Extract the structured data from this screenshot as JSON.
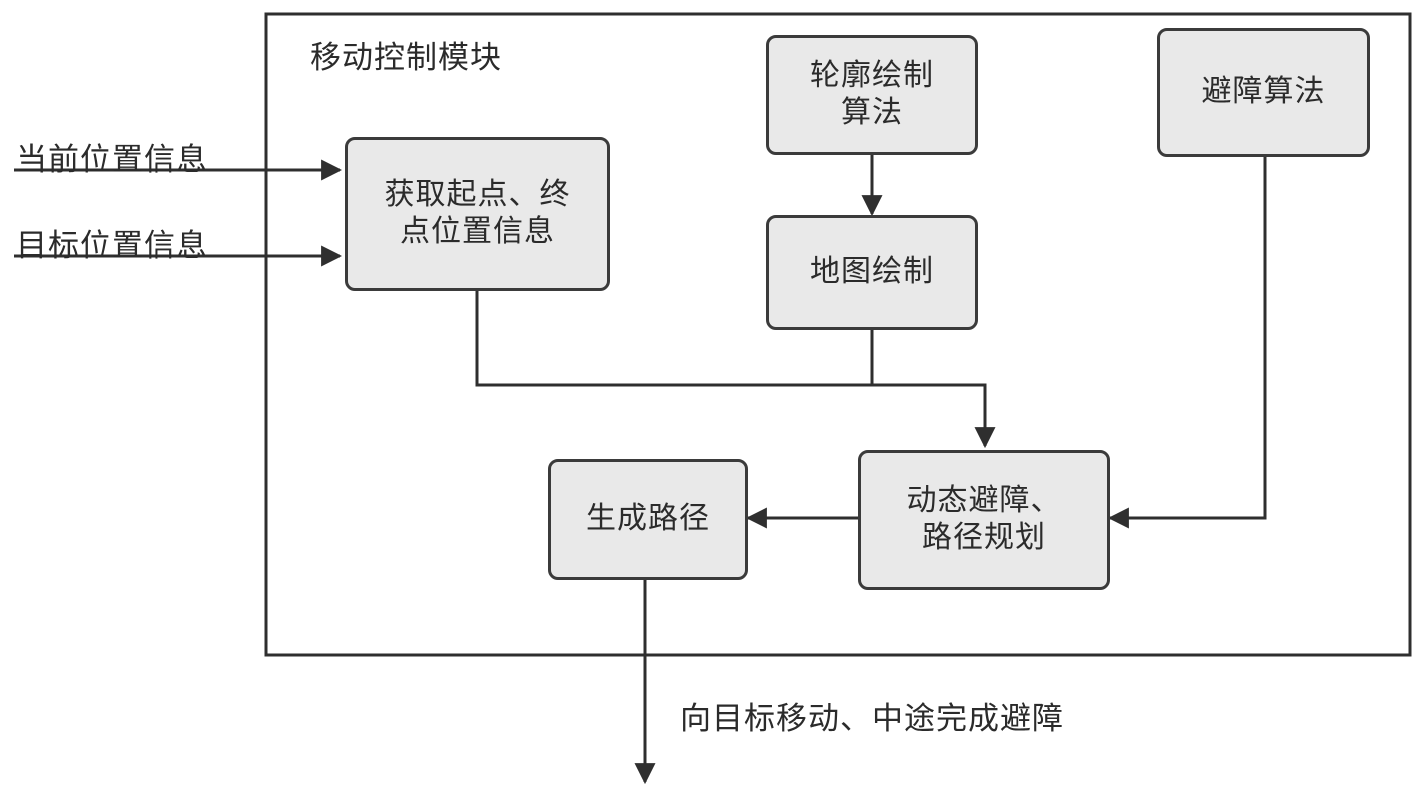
{
  "diagram": {
    "title": "移动控制模块",
    "module_boundary": {
      "name": "移动控制模块"
    },
    "inputs": [
      {
        "label": "当前位置信息"
      },
      {
        "label": "目标位置信息"
      }
    ],
    "nodes": [
      {
        "id": "get-points",
        "label": "获取起点、终\n点位置信息"
      },
      {
        "id": "contour-algorithm",
        "label": "轮廓绘制\n算法"
      },
      {
        "id": "map-drawing",
        "label": "地图绘制"
      },
      {
        "id": "avoidance-algorithm",
        "label": "避障算法"
      },
      {
        "id": "dynamic-avoidance",
        "label": "动态避障、\n路径规划"
      },
      {
        "id": "generate-path",
        "label": "生成路径"
      }
    ],
    "output": {
      "label": "向目标移动、中途完成避障"
    },
    "colors": {
      "node_fill": "#e9e9e9",
      "node_stroke": "#3b3b3b",
      "line": "#2f2f2f",
      "text": "#2b2b2b",
      "background": "#ffffff"
    }
  }
}
